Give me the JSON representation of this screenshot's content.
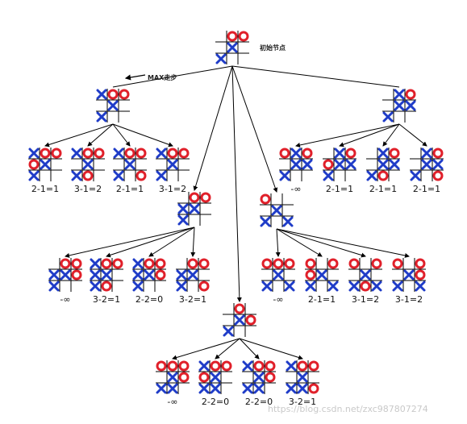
{
  "root_label": "初始节点",
  "arrow_label": "MAX走步",
  "watermark": "https://blog.csdn.net/zxc987807274",
  "colors": {
    "x_mark": "#1f3cc8",
    "o_mark": "#e0202a",
    "lines": "#000000"
  },
  "nodes": [
    {
      "id": "root",
      "board": [
        "_OO",
        "_X_",
        "X__"
      ]
    },
    {
      "id": "L",
      "board": [
        "XOO",
        "_X_",
        "X__"
      ]
    },
    {
      "id": "R",
      "board": [
        "_XO",
        "_XX",
        "X__"
      ]
    },
    {
      "id": "L1",
      "board": [
        "XOO",
        "OX_",
        "X__"
      ],
      "score": "2-1=1"
    },
    {
      "id": "L2",
      "board": [
        "XOO",
        "_X_",
        "XO_"
      ],
      "score": "3-1=2"
    },
    {
      "id": "L3",
      "board": [
        "XOO",
        "_X_",
        "X_O"
      ],
      "score": "2-1=1"
    },
    {
      "id": "L4",
      "board": [
        "XOO",
        "_X_",
        "X__"
      ],
      "score": "3-1=2"
    },
    {
      "id": "R1",
      "board": [
        "OXO",
        "_XX",
        "X__"
      ],
      "score": "-∞"
    },
    {
      "id": "R2",
      "board": [
        "_XO",
        "OXX",
        "X__"
      ],
      "score": "2-1=1"
    },
    {
      "id": "R3",
      "board": [
        "_XO",
        "_XX",
        "XO_"
      ],
      "score": "2-1=1"
    },
    {
      "id": "R4",
      "board": [
        "_XO",
        "_XX",
        "X_O"
      ],
      "score": "2-1=1"
    },
    {
      "id": "M1",
      "board": [
        "_OO",
        "XX_",
        "X__"
      ]
    },
    {
      "id": "M2",
      "board": [
        "O__",
        "_X_",
        "X_X"
      ]
    },
    {
      "id": "M1a",
      "board": [
        "_OO",
        "XXO",
        "X__"
      ],
      "score": "-∞"
    },
    {
      "id": "M1b",
      "board": [
        "XOO",
        "XX_",
        "XO_"
      ],
      "score": "3-2=1"
    },
    {
      "id": "M1c",
      "board": [
        "XOO",
        "XXO",
        "X__"
      ],
      "score": "2-2=0"
    },
    {
      "id": "M1d",
      "board": [
        "_OO",
        "XX_",
        "X_O"
      ],
      "score": "3-2=1"
    },
    {
      "id": "M2a",
      "board": [
        "OOO",
        "_X_",
        "X_X"
      ],
      "score": "-∞"
    },
    {
      "id": "M2b",
      "board": [
        "O_O",
        "OX_",
        "X_X"
      ],
      "score": "2-1=1"
    },
    {
      "id": "M2c",
      "board": [
        "O_O",
        "_X_",
        "XOX"
      ],
      "score": "3-1=2"
    },
    {
      "id": "M2d",
      "board": [
        "O_O",
        "_XO",
        "X_X"
      ],
      "score": "3-1=2"
    },
    {
      "id": "B",
      "board": [
        "_O_",
        "_XO",
        "X__"
      ]
    },
    {
      "id": "B1",
      "board": [
        "OOO",
        "_XO",
        "XX_"
      ],
      "score": "-∞"
    },
    {
      "id": "B2",
      "board": [
        "XOO",
        "OX_",
        "XX_"
      ],
      "score": "2-2=0"
    },
    {
      "id": "B3",
      "board": [
        "XOO",
        "_XO",
        "XX_"
      ],
      "score": "2-2=0"
    },
    {
      "id": "B4",
      "board": [
        "XOO",
        "_X_",
        "XXO"
      ],
      "score": "3-2=1"
    }
  ]
}
